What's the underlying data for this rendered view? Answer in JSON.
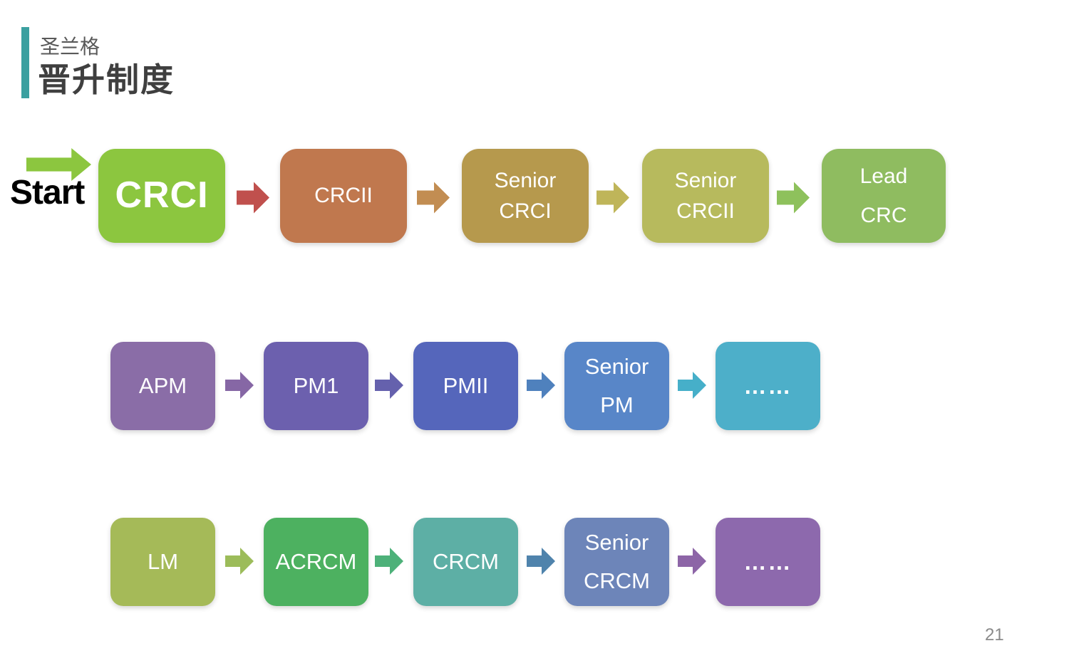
{
  "header": {
    "subtitle": "圣兰格",
    "title": "晋升制度",
    "accent_bar_color": "#3ba0a0"
  },
  "start": {
    "label": "Start",
    "arrow_color": "#8cc63f"
  },
  "tracks": [
    {
      "name": "crc-track",
      "boxes": [
        {
          "l1": "CRCI",
          "color": "#8cc63f"
        },
        {
          "l1": "CRCII",
          "color": "#c0784e"
        },
        {
          "l1": "Senior",
          "l2": "CRCI",
          "color": "#b6994d"
        },
        {
          "l1": "Senior",
          "l2": "CRCII",
          "color": "#b7ba5d"
        },
        {
          "l1": "Lead",
          "l2": "CRC",
          "color": "#8fbc60"
        }
      ],
      "arrows": [
        {
          "color": "#c0504d"
        },
        {
          "color": "#c28d52"
        },
        {
          "color": "#bfb559"
        },
        {
          "color": "#8ec15c"
        }
      ]
    },
    {
      "name": "pm-track",
      "boxes": [
        {
          "l1": "APM",
          "color": "#8a6da7"
        },
        {
          "l1": "PM1",
          "color": "#6c60ae"
        },
        {
          "l1": "PMII",
          "color": "#5566bb"
        },
        {
          "l1": "Senior",
          "l2": "PM",
          "color": "#5886c8"
        },
        {
          "l1": "……",
          "color": "#4dafc9"
        }
      ],
      "arrows": [
        {
          "color": "#8667a5"
        },
        {
          "color": "#6561ad"
        },
        {
          "color": "#4f81bd"
        },
        {
          "color": "#46afc9"
        }
      ]
    },
    {
      "name": "crcm-track",
      "boxes": [
        {
          "l1": "LM",
          "color": "#a5ba58"
        },
        {
          "l1": "ACRCM",
          "color": "#4db160"
        },
        {
          "l1": "CRCM",
          "color": "#5dafa5"
        },
        {
          "l1": "Senior",
          "l2": "CRCM",
          "color": "#6d85b9"
        },
        {
          "l1": "……",
          "color": "#8d69ad"
        }
      ],
      "arrows": [
        {
          "color": "#9cbc5a"
        },
        {
          "color": "#4db179"
        },
        {
          "color": "#4f83ac"
        },
        {
          "color": "#8d65a7"
        }
      ]
    }
  ],
  "footer": {
    "page_number": "21"
  }
}
